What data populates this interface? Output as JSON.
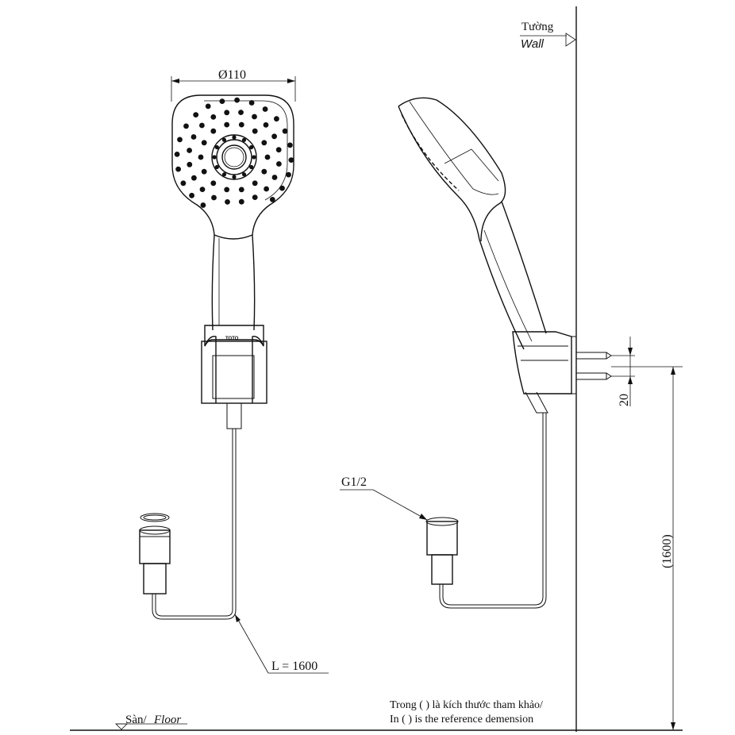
{
  "labels": {
    "wall_vi": "Tường",
    "wall_en": "Wall",
    "floor_vi": "Sàn/",
    "floor_en": "Floor",
    "head_diameter": "Ø110",
    "thread": "G1/2",
    "hose_length": "L = 1600",
    "offset_dim": "20",
    "height_dim": "(1600)",
    "brand_mark": "TOTO",
    "note_vi": "Trong ( ) là kích thước tham khảo/",
    "note_en": "In ( ) is the reference demension"
  }
}
